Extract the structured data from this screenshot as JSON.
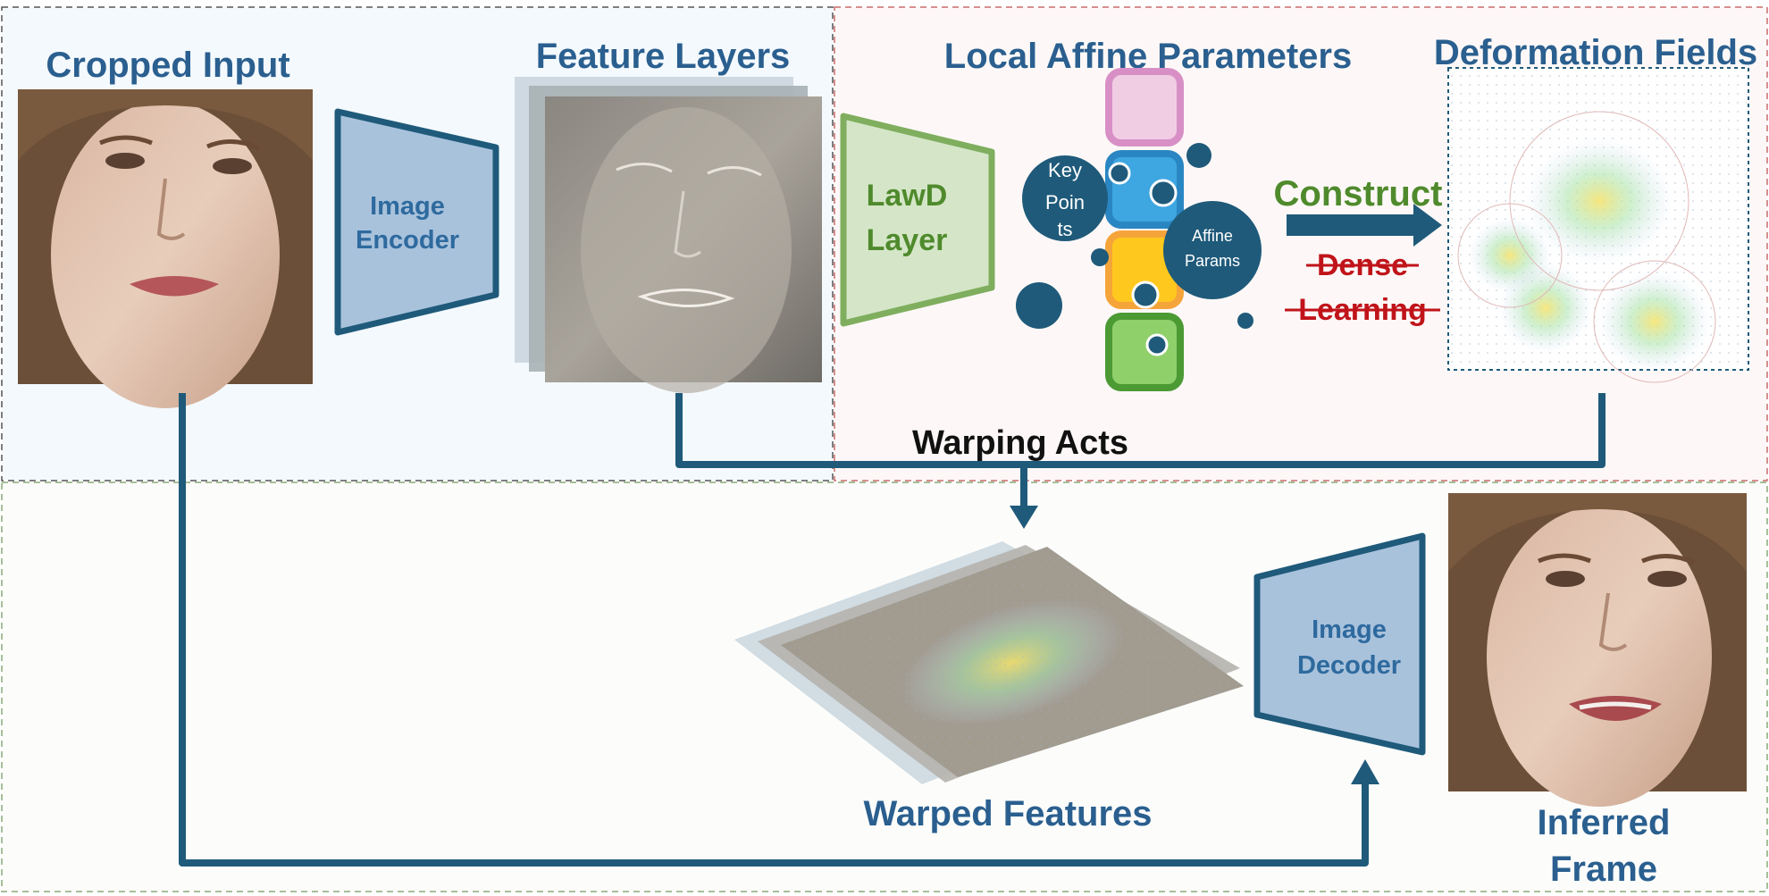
{
  "colors": {
    "primary": "#1f5a7a",
    "title_blue": "#2a5f8f",
    "encoder_fill": "#a9c2dc",
    "lawd_fill": "#d5e6c8",
    "lawd_stroke": "#7fae5e",
    "construct_green": "#4f8a2c",
    "strike_red": "#c0141a",
    "pink": "#f1cde4",
    "blue": "#3ea6e0",
    "orange": "#f5a43a",
    "yellow": "#ffc81e",
    "green": "#8fd06a",
    "region_encoder": "#f4f9fd",
    "region_lawd": "#fdf8f7",
    "region_decoder": "#fcfdfb"
  },
  "labels": {
    "cropped_input": "Cropped Input",
    "feature_layers": "Feature Layers",
    "local_affine_parameters": "Local Affine Parameters",
    "deformation_fields": "Deformation Fields",
    "image_encoder_l1": "Image",
    "image_encoder_l2": "Encoder",
    "lawd_l1": "LawD",
    "lawd_l2": "Layer",
    "keypoints_l1": "Key",
    "keypoints_l2": "Poin",
    "keypoints_l3": "ts",
    "affine_l1": "Affine",
    "affine_l2": "Params",
    "construct": "Construct",
    "dense": "Dense",
    "learning": "Learning",
    "warping_acts": "Warping Acts",
    "warped_features": "Warped Features",
    "image_decoder_l1": "Image",
    "image_decoder_l2": "Decoder",
    "inferred_frame_l1": "Inferred",
    "inferred_frame_l2": "Frame"
  }
}
